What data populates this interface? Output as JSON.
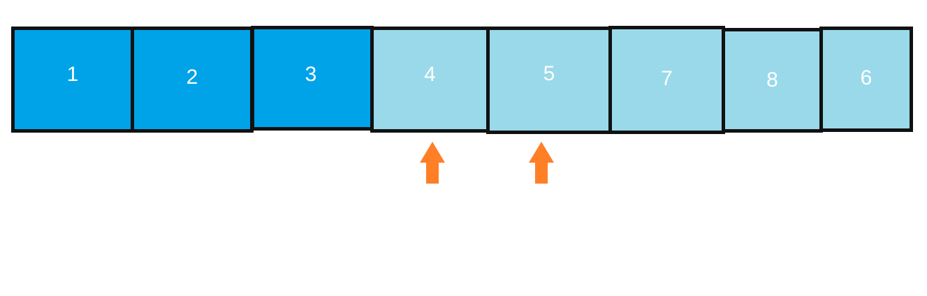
{
  "cells": [
    {
      "label": "1",
      "state": "sorted"
    },
    {
      "label": "2",
      "state": "sorted"
    },
    {
      "label": "3",
      "state": "sorted"
    },
    {
      "label": "4",
      "state": "unsorted"
    },
    {
      "label": "5",
      "state": "unsorted"
    },
    {
      "label": "7",
      "state": "unsorted"
    },
    {
      "label": "8",
      "state": "unsorted"
    },
    {
      "label": "6",
      "state": "unsorted"
    }
  ],
  "pointers": [
    {
      "icon": "up-arrow-icon",
      "cell_index": 3
    },
    {
      "icon": "up-arrow-icon",
      "cell_index": 4
    }
  ],
  "colors": {
    "sorted": "#00a2e8",
    "unsorted": "#99d9ea",
    "border": "#111111",
    "text": "#ffffff",
    "pointer": "#ff7f27"
  }
}
